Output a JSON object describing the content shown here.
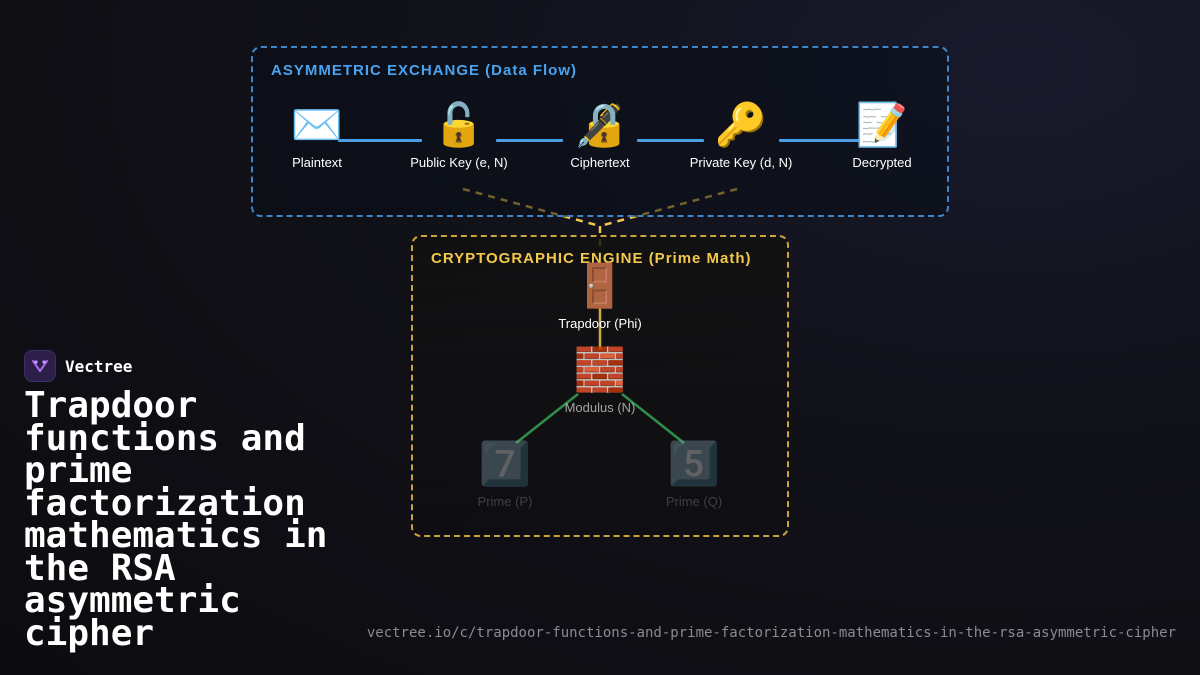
{
  "exchange": {
    "title": "ASYMMETRIC EXCHANGE (Data Flow)",
    "border_color": "#3f86c8",
    "title_color": "#4aa3f0",
    "nodes": [
      {
        "label": "Plaintext",
        "icon": "envelope-icon",
        "glyph": "✉️"
      },
      {
        "label": "Public Key (e, N)",
        "icon": "open-lock-icon",
        "glyph": "🔓"
      },
      {
        "label": "Ciphertext",
        "icon": "lock-with-pen-icon",
        "glyph": "🔏"
      },
      {
        "label": "Private Key (d, N)",
        "icon": "key-icon",
        "glyph": "🔑"
      },
      {
        "label": "Decrypted",
        "icon": "memo-icon",
        "glyph": "📝"
      }
    ]
  },
  "engine": {
    "title": "CRYPTOGRAPHIC ENGINE (Prime Math)",
    "border_color": "#c9a33c",
    "title_color": "#f3c84b",
    "nodes": {
      "trapdoor": {
        "label": "Trapdoor (Phi)",
        "icon": "door-icon",
        "glyph": "🚪"
      },
      "modulus": {
        "label": "Modulus (N)",
        "icon": "brick-icon",
        "glyph": "🧱"
      },
      "prime_p": {
        "label": "Prime (P)",
        "icon": "keycap-seven-icon",
        "glyph": "7️⃣"
      },
      "prime_q": {
        "label": "Prime (Q)",
        "icon": "keycap-five-icon",
        "glyph": "5️⃣"
      }
    }
  },
  "colors": {
    "flow_line": "#4a9ee8",
    "dashed_link": "#f3c84b",
    "trapdoor_link": "#d4a83a",
    "prime_link": "#2f8f4a"
  },
  "brand": {
    "name": "Vectree",
    "logo_icon": "vectree-logo-icon"
  },
  "title": "Trapdoor functions and prime factorization mathematics in the RSA asymmetric cipher",
  "url": "vectree.io/c/trapdoor-functions-and-prime-factorization-mathematics-in-the-rsa-asymmetric-cipher"
}
